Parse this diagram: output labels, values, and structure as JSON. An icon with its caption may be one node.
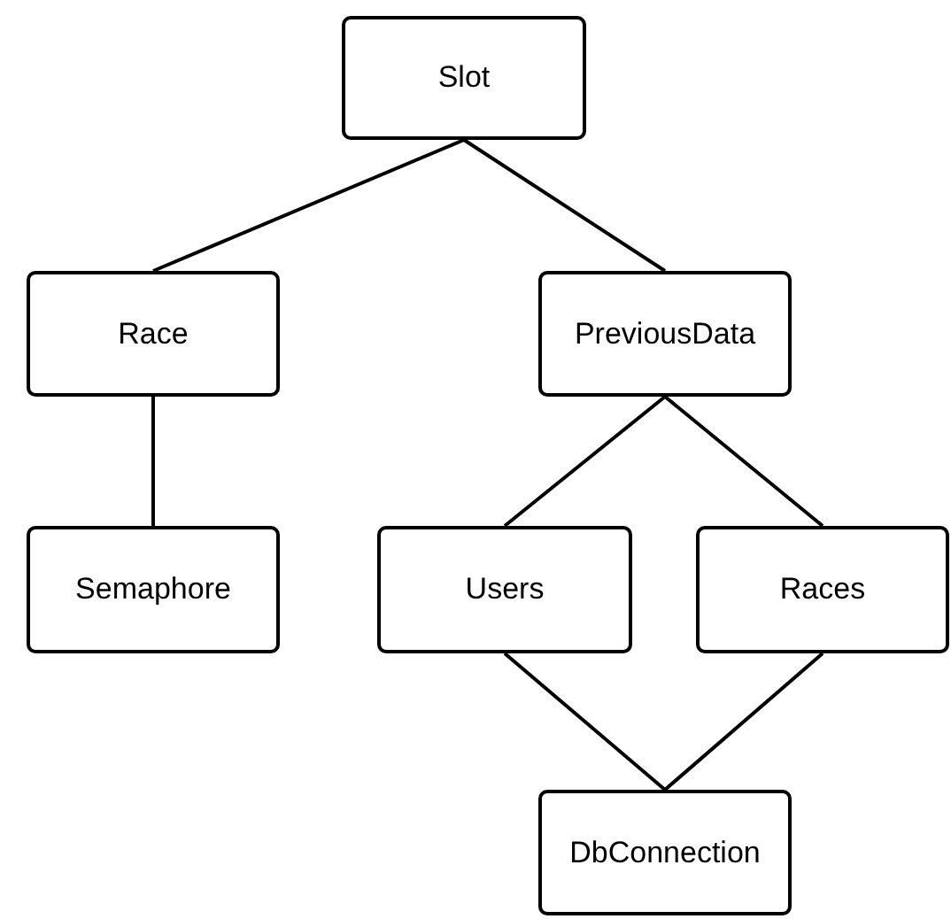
{
  "diagram": {
    "nodes": [
      {
        "text": [
          "Slot"
        ]
      },
      {
        "text": [
          "Race"
        ]
      },
      {
        "text": [
          "PreviousData"
        ]
      },
      {
        "text": [
          "Semaphore"
        ]
      },
      {
        "text": [
          "Users"
        ]
      },
      {
        "text": [
          "Races"
        ]
      },
      {
        "text": [
          "DbConnection"
        ]
      }
    ],
    "edges": [
      {
        "from": 0,
        "to": 1,
        "arrow": "none"
      },
      {
        "from": 0,
        "to": 2,
        "arrow": "none"
      },
      {
        "from": 1,
        "to": 3,
        "arrow": "none"
      },
      {
        "from": 2,
        "to": 4,
        "arrow": "none"
      },
      {
        "from": 2,
        "to": 5,
        "arrow": "none"
      },
      {
        "from": 4,
        "to": 6,
        "arrow": "none"
      },
      {
        "from": 5,
        "to": 6,
        "arrow": "none"
      }
    ]
  }
}
